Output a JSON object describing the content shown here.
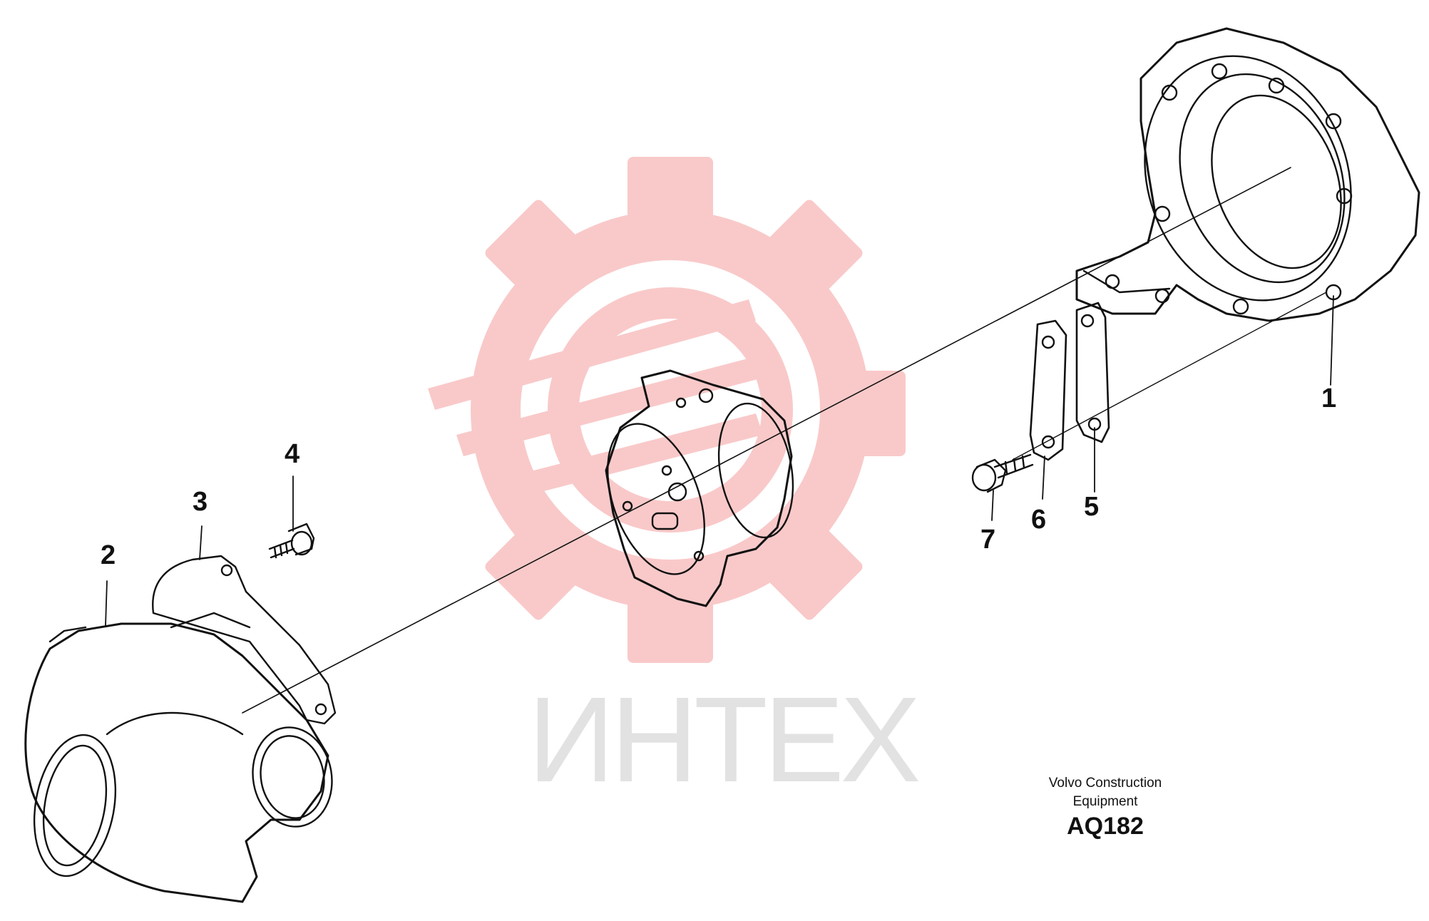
{
  "diagram": {
    "watermark": {
      "text": "ИНТЕХ",
      "gear_color": "#f9c9c9",
      "text_color": "#e2e2e2"
    },
    "callouts": [
      {
        "id": "1",
        "label": "1"
      },
      {
        "id": "2",
        "label": "2"
      },
      {
        "id": "3",
        "label": "3"
      },
      {
        "id": "4",
        "label": "4"
      },
      {
        "id": "5",
        "label": "5"
      },
      {
        "id": "6",
        "label": "6"
      },
      {
        "id": "7",
        "label": "7"
      }
    ],
    "caption": {
      "line1": "Volvo Construction",
      "line2": "Equipment",
      "code": "AQ182"
    },
    "line_color": "#111111"
  }
}
